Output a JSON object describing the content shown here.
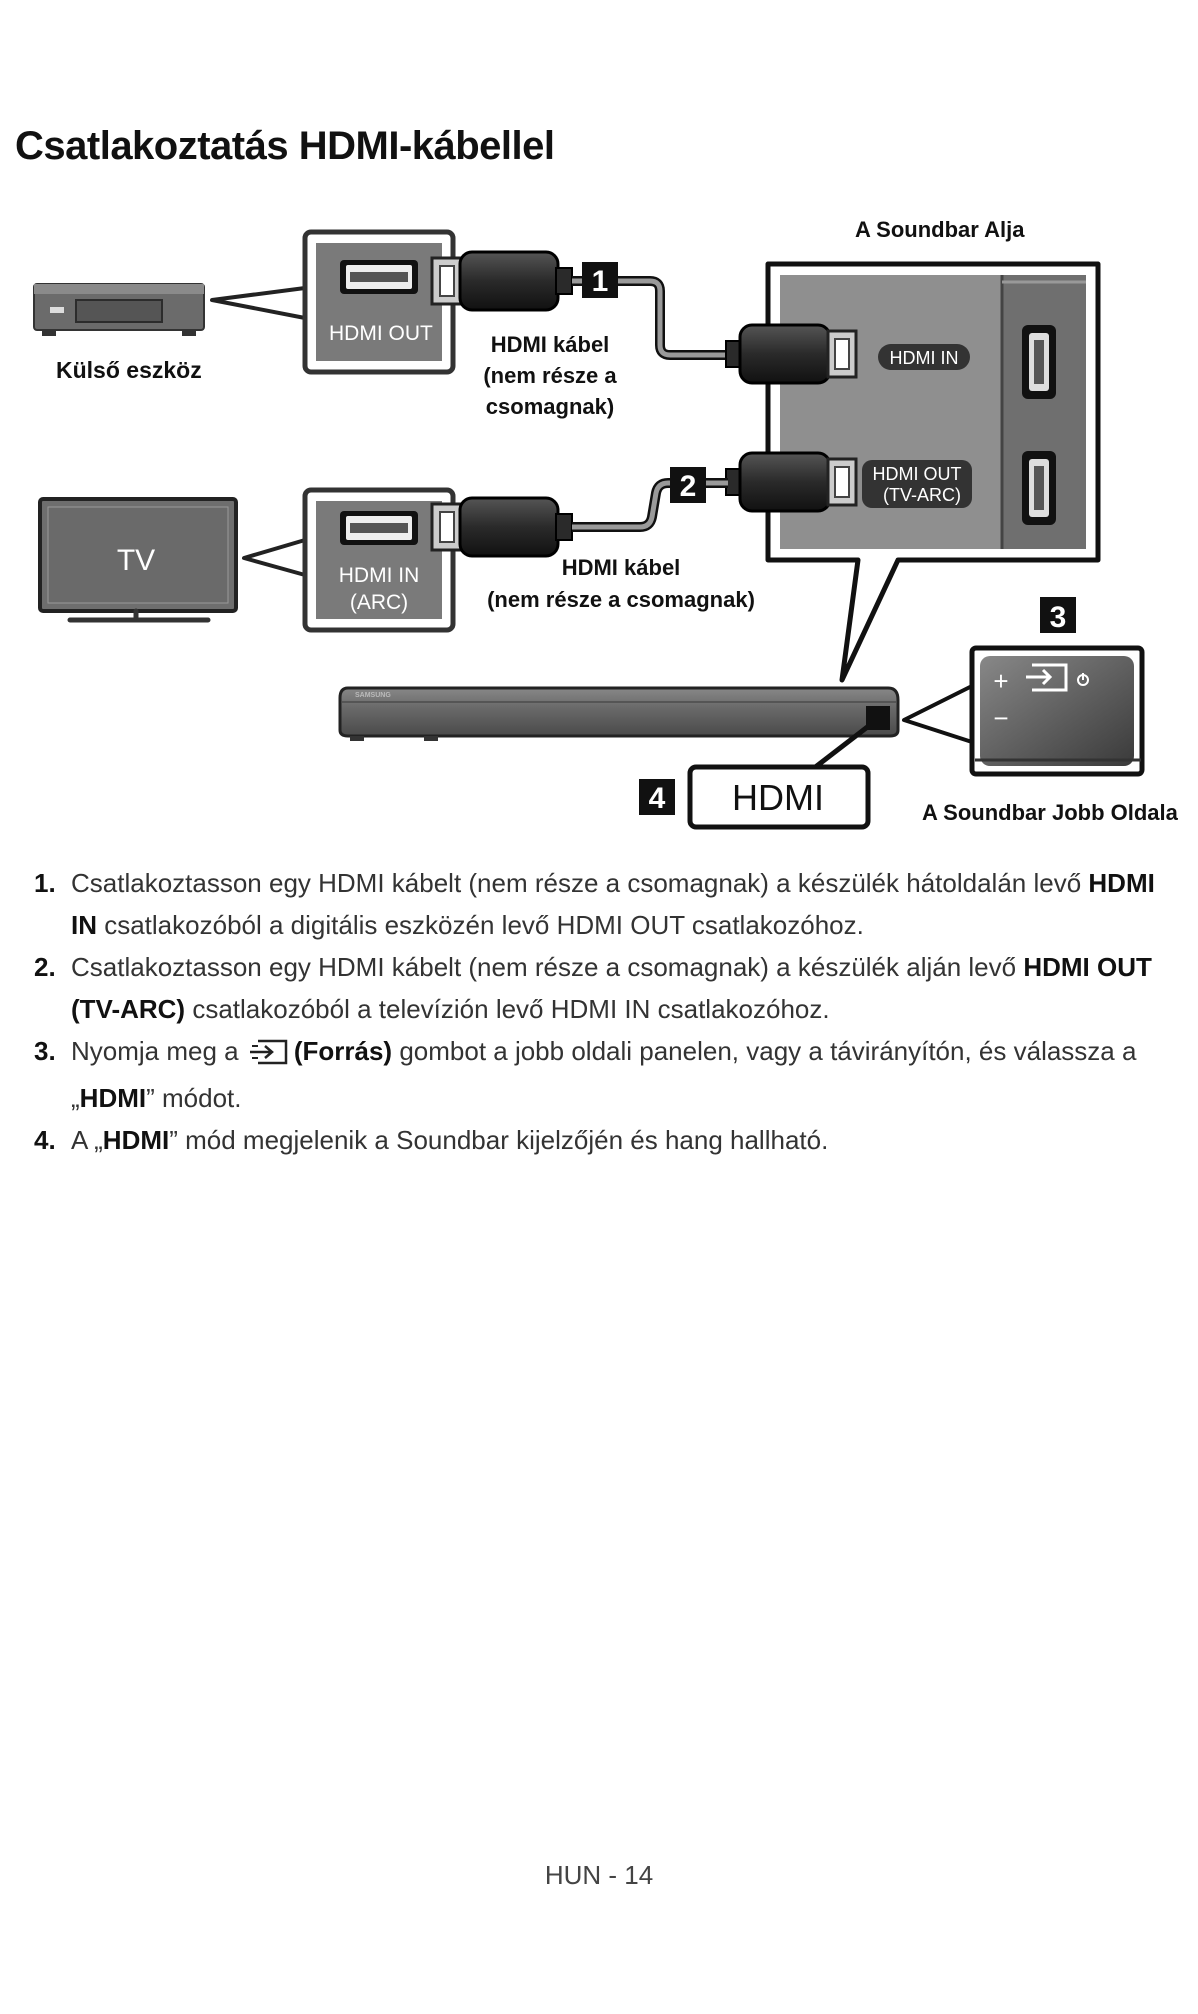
{
  "title": "Csatlakoztatás HDMI-kábellel",
  "diagram": {
    "soundbar_bottom": "A Soundbar Alja",
    "soundbar_right": "A Soundbar Jobb Oldala",
    "external_device": "Külső eszköz",
    "tv": "TV",
    "port_hdmi_out": "HDMI OUT",
    "port_hdmi_in_line1": "HDMI IN",
    "port_hdmi_in_line2": "(ARC)",
    "cable1_line1": "HDMI kábel",
    "cable1_line2": "(nem része a",
    "cable1_line3": "csomagnak)",
    "cable2_line1": "HDMI kábel",
    "cable2_line2": "(nem része a csomagnak)",
    "panel_hdmi_in": "HDMI IN",
    "panel_hdmi_out_line1": "HDMI OUT",
    "panel_hdmi_out_line2": "(TV-ARC)",
    "display_text": "HDMI",
    "brand": "SAMSUNG",
    "badges": [
      "1",
      "2",
      "3",
      "4"
    ],
    "side_panel": {
      "plus": "+",
      "minus": "−",
      "source_icon": "source-icon",
      "power_icon": "power-icon"
    }
  },
  "steps": [
    {
      "num": "1.",
      "a": "Csatlakoztasson egy HDMI kábelt (nem része a csomagnak) a készülék hátoldalán levő ",
      "b": "HDMI IN",
      "c": " csatlakozóból a digitális eszközén levő HDMI OUT csatlakozóhoz."
    },
    {
      "num": "2.",
      "a": "Csatlakoztasson egy HDMI kábelt (nem része a csomagnak) a készülék alján levő ",
      "b": "HDMI OUT (TV-ARC)",
      "c": " csatlakozóból a televízión levő HDMI IN csatlakozóhoz."
    },
    {
      "num": "3.",
      "a": "Nyomja meg a ",
      "icon": "source-icon",
      "b": "(Forrás)",
      "c": " gombot a jobb oldali panelen, vagy a távirányítón, és válassza a „",
      "d": "HDMI",
      "e": "” módot."
    },
    {
      "num": "4.",
      "a": "A „",
      "b": "HDMI",
      "c": "” mód megjelenik a Soundbar kijelzőjén és hang hallható."
    }
  ],
  "footer": "HUN - 14"
}
